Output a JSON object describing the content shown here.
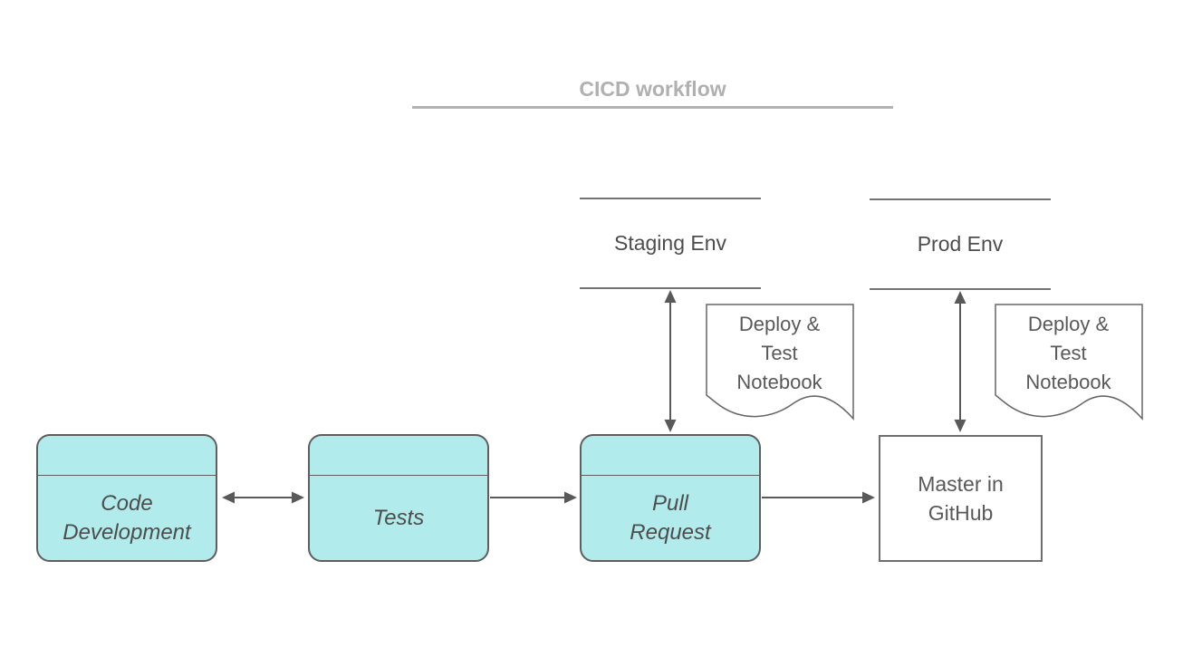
{
  "diagram": {
    "title": "CICD workflow",
    "environments": [
      {
        "id": "staging",
        "label": "Staging Env"
      },
      {
        "id": "prod",
        "label": "Prod Env"
      }
    ],
    "notebooks": [
      {
        "id": "staging-notebook",
        "label": "Deploy &\nTest\nNotebook"
      },
      {
        "id": "prod-notebook",
        "label": "Deploy &\nTest\nNotebook"
      }
    ],
    "stages": [
      {
        "id": "code-development",
        "label": "Code\nDevelopment"
      },
      {
        "id": "tests",
        "label": "Tests"
      },
      {
        "id": "pull-request",
        "label": "Pull\nRequest"
      }
    ],
    "repo": {
      "id": "master-in-github",
      "label": "Master in\nGitHub"
    },
    "connectors": [
      {
        "from": "code-development",
        "to": "tests",
        "style": "double-arrow"
      },
      {
        "from": "tests",
        "to": "pull-request",
        "style": "arrow"
      },
      {
        "from": "pull-request",
        "to": "master-in-github",
        "style": "arrow"
      },
      {
        "from": "pull-request",
        "to": "staging-env",
        "style": "double-arrow"
      },
      {
        "from": "master-in-github",
        "to": "prod-env",
        "style": "double-arrow"
      }
    ],
    "colors": {
      "stage_fill": "#b2ebeb",
      "stage_border": "#5e5e5e",
      "connector": "#595959",
      "title_text": "#b0b0b0",
      "label_text": "#4d4d4d",
      "rule_line": "#737373"
    }
  }
}
